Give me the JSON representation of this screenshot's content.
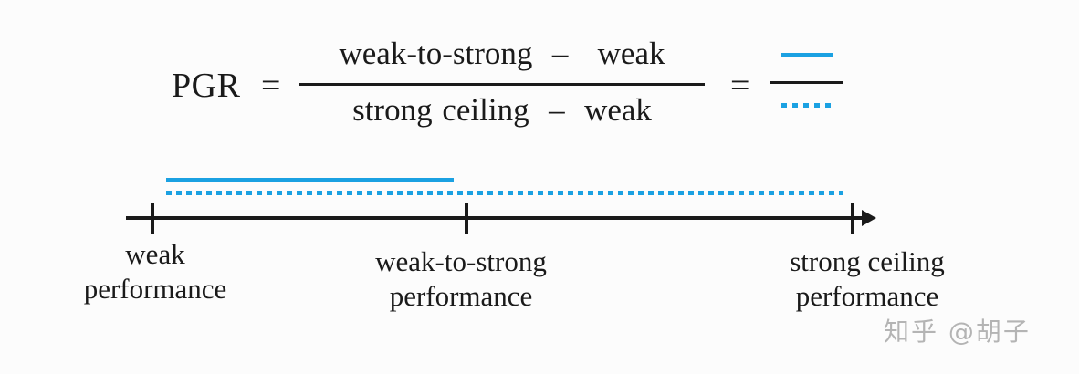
{
  "formula": {
    "lhs": "PGR",
    "equals": "=",
    "numerator": "weak-to-strong  –   weak",
    "denominator": "strong ceiling  –  weak",
    "legend_equals": "=",
    "legend_numerator_style": "solid",
    "legend_denominator_style": "dotted"
  },
  "colors": {
    "accent_blue": "#1ba1e2",
    "axis": "#1a1a1a",
    "background": "#fcfcfc"
  },
  "number_line": {
    "ticks": [
      {
        "id": "weak",
        "label_line1": "weak",
        "label_line2": "performance"
      },
      {
        "id": "weak_to_strong",
        "label_line1": "weak-to-strong",
        "label_line2": "performance"
      },
      {
        "id": "strong_ceiling",
        "label_line1": "strong ceiling",
        "label_line2": "performance"
      }
    ],
    "solid_segment": {
      "from": "weak",
      "to": "weak_to_strong",
      "meaning": "weak-to-strong - weak"
    },
    "dotted_segment": {
      "from": "weak",
      "to": "strong_ceiling",
      "meaning": "strong ceiling - weak"
    }
  },
  "watermark": "知乎 @胡子"
}
